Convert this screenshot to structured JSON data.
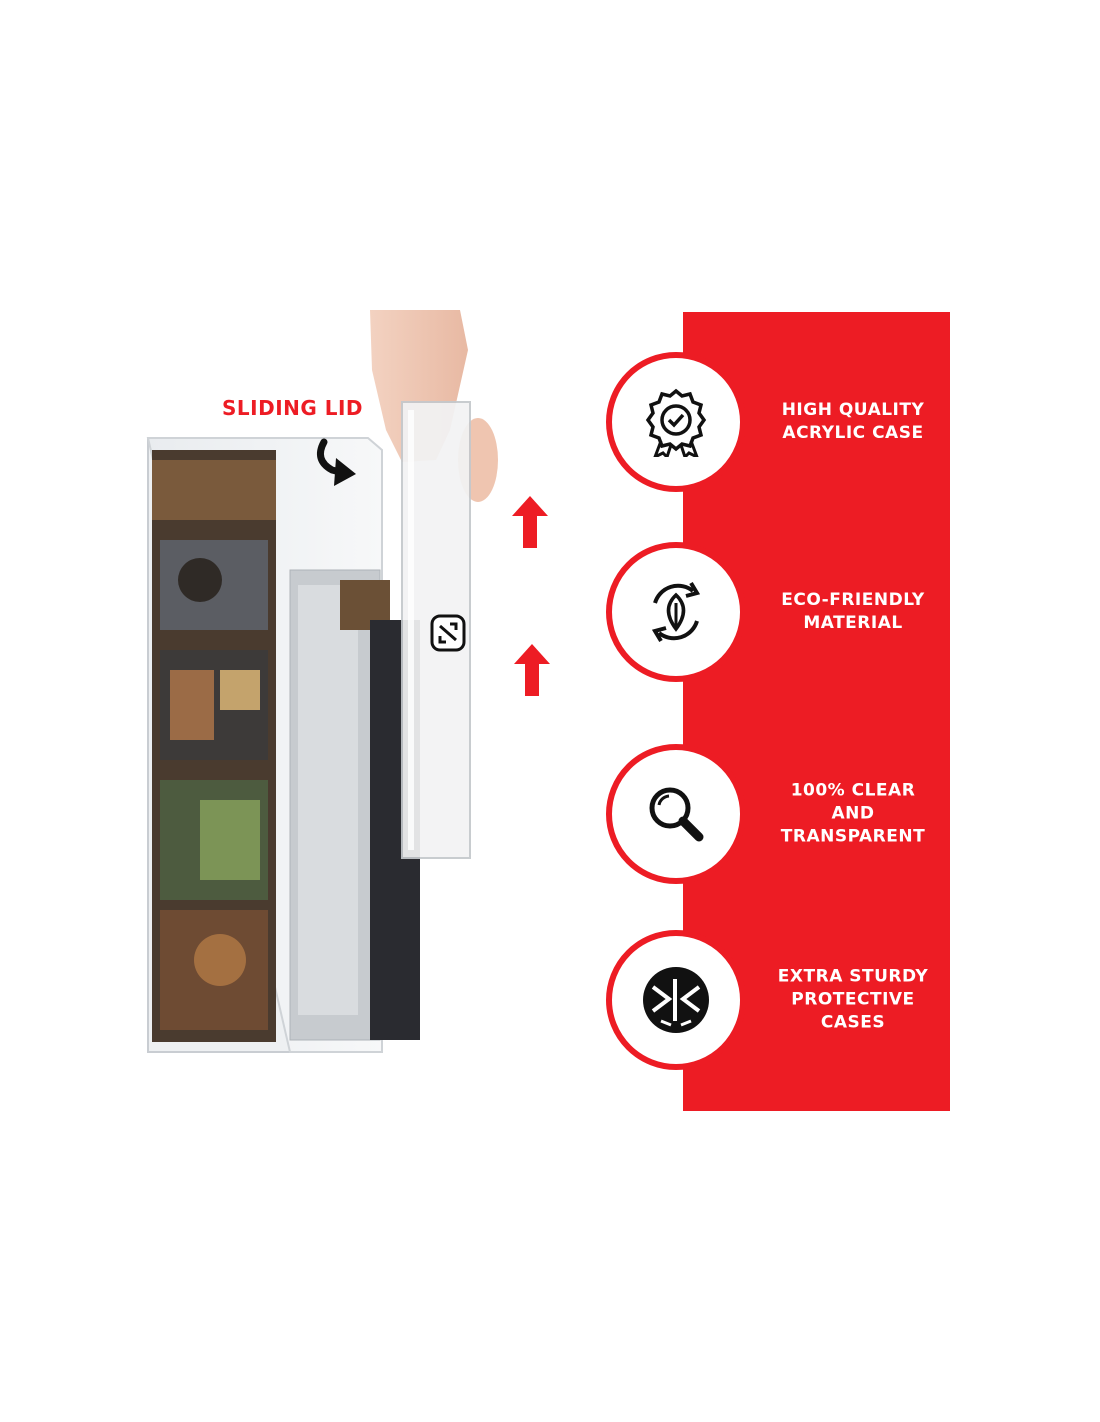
{
  "colors": {
    "accent": "#ed1c24",
    "text_on_accent": "#ffffff",
    "icon": "#111111"
  },
  "sliding_lid": {
    "label": "SLIDING LID"
  },
  "features": [
    {
      "icon": "award-ribbon-icon",
      "label_lines": [
        "HIGH QUALITY",
        "ACRYLIC CASE"
      ]
    },
    {
      "icon": "recycle-leaf-icon",
      "label_lines": [
        "ECO-FRIENDLY",
        "MATERIAL"
      ]
    },
    {
      "icon": "magnifier-icon",
      "label_lines": [
        "100% CLEAR AND",
        "TRANSPARENT"
      ]
    },
    {
      "icon": "arrows-sturdy-icon",
      "label_lines": [
        "EXTRA STURDY",
        "PROTECTIVE",
        "CASES"
      ]
    }
  ]
}
